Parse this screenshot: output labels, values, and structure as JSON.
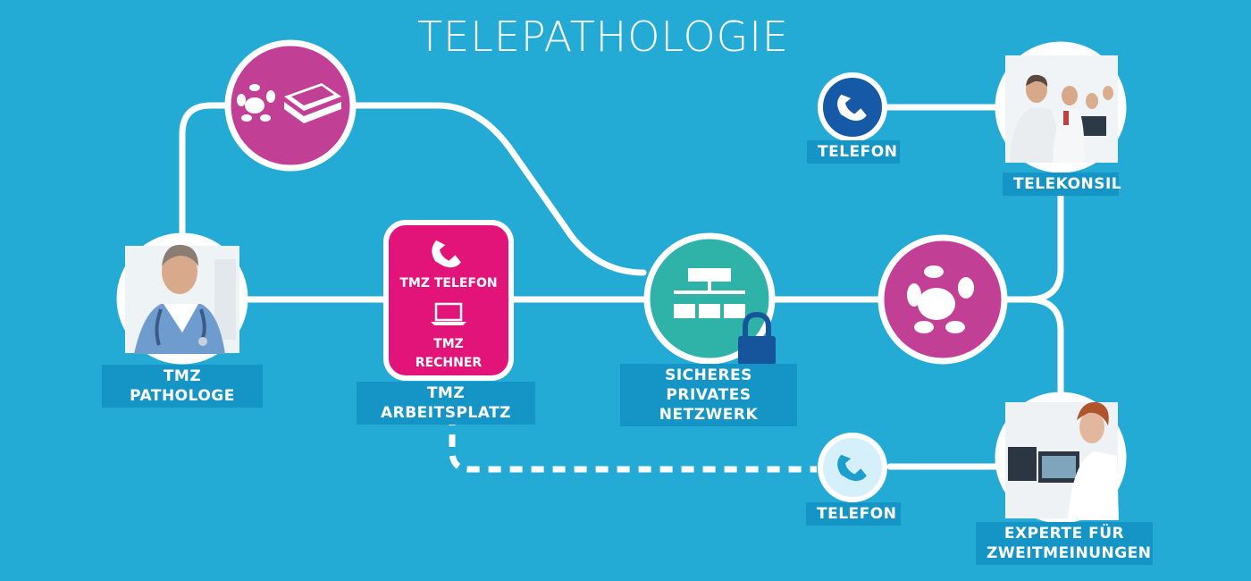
{
  "title": "TELEPATHOLOGIE",
  "workstation": {
    "phone_label": "TMZ TELEFON",
    "computer_label_line1": "TMZ",
    "computer_label_line2": "RECHNER"
  },
  "labels": {
    "pathologe": "TMZ PATHOLOGE",
    "arbeitsplatz": "TMZ ARBEITSPLATZ",
    "netzwerk_line1": "SICHERES PRIVATES",
    "netzwerk_line2": "NETZWERK",
    "telefon_top": "TELEFON",
    "telekonsil": "TELEKONSIL",
    "telefon_bottom": "TELEFON",
    "experte_line1": "EXPERTE FÜR",
    "experte_line2": "ZWEITMEINUNGEN"
  },
  "colors": {
    "background": "#23aad5",
    "label_background": "#1595c5",
    "magenta": "#c13f95",
    "workstation_pink": "#e2147a",
    "network_teal": "#2fb2a7",
    "phone_dark_blue": "#1659a6",
    "phone_light": "#d5f0fb",
    "lock_blue": "#16549c"
  },
  "icons": [
    "scanner-icon",
    "logo-icon",
    "phone-icon",
    "laptop-icon",
    "network-hierarchy-icon",
    "lock-icon"
  ]
}
